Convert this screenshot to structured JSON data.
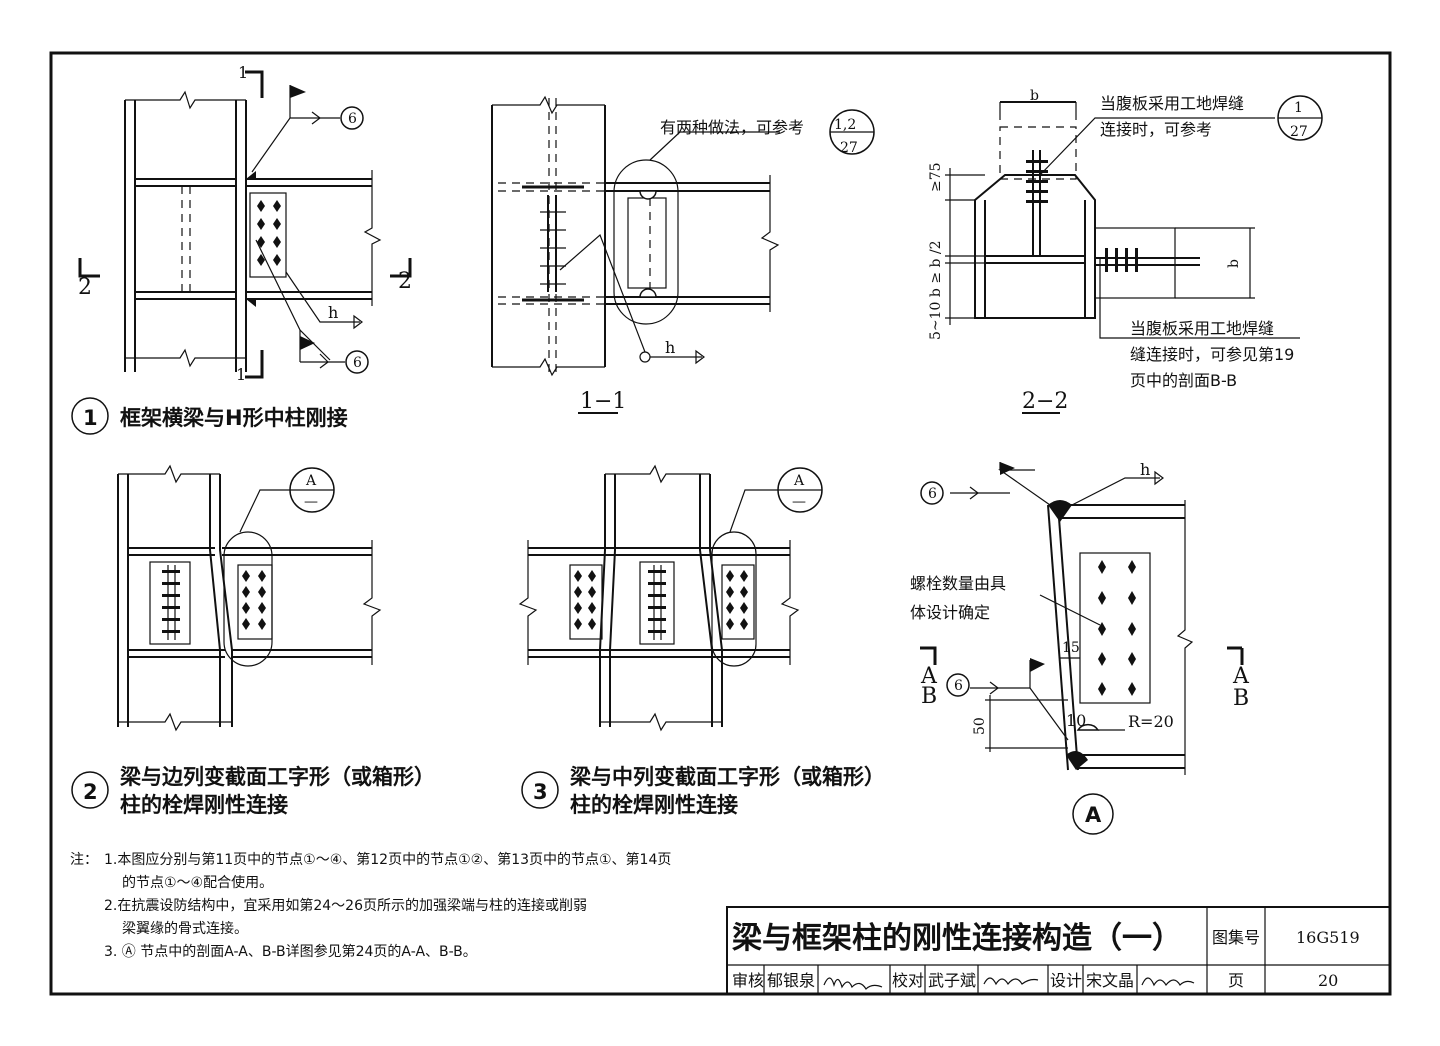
{
  "drawing": {
    "detail1": {
      "number": "1",
      "caption": "框架横梁与H形中柱刚接",
      "section_marks": [
        "1",
        "1",
        "2",
        "2"
      ],
      "weld_ref": "6",
      "hf": "h"
    },
    "section_1_1": {
      "title": "1−1",
      "note": "有两种做法，可参考",
      "ref_top": "1,2",
      "ref_bottom": "27",
      "hf": "h"
    },
    "section_2_2": {
      "title": "2−2",
      "note_top_line1": "当腹板采用工地焊缝",
      "note_top_line2": "连接时，可参考",
      "ref_top": "1",
      "ref_bottom": "27",
      "note_bottom_line1": "当腹板采用工地焊缝",
      "note_bottom_line2": "缝连接时，可参见第19",
      "note_bottom_line3": "页中的剖面B-B",
      "dim_bf_top": "b",
      "dim_75": "≥75",
      "dim_bf2": "5~10 b ≥ b /2",
      "dim_bf_right": "b"
    },
    "detail2": {
      "number": "2",
      "caption_line1": "梁与边列变截面工字形（或箱形）",
      "caption_line2": "柱的栓焊刚性连接",
      "ref_top": "A",
      "ref_bottom": "—"
    },
    "detail3": {
      "number": "3",
      "caption_line1": "梁与中列变截面工字形（或箱形）",
      "caption_line2": "柱的栓焊刚性连接",
      "ref_top": "A",
      "ref_bottom": "—"
    },
    "detailA": {
      "number": "A",
      "bolt_note_line1": "螺栓数量由具",
      "bolt_note_line2": "体设计确定",
      "weld_ref": "6",
      "hf": "h",
      "dim_15": "15",
      "dim_10": "10",
      "dim_50": "50",
      "radius": "R=20",
      "mark_a": "A",
      "mark_b": "B"
    }
  },
  "notes": {
    "label": "注：",
    "n1_line1": "1.本图应分别与第11页中的节点①～④、第12页中的节点①②、第13页中的节点①、第14页",
    "n1_line2": "的节点①～④配合使用。",
    "n2_line1": "2.在抗震设防结构中，宜采用如第24～26页所示的加强梁端与柱的连接或削弱",
    "n2_line2": "梁翼缘的骨式连接。",
    "n3": "3. Ⓐ 节点中的剖面A-A、B-B详图参见第24页的A-A、B-B。"
  },
  "title_block": {
    "title": "梁与框架柱的刚性连接构造（一）",
    "atlas_label": "图集号",
    "atlas_no": "16G519",
    "review_label": "审核",
    "reviewer": "郁银泉",
    "check_label": "校对",
    "checker": "武子斌",
    "design_label": "设计",
    "designer": "宋文晶",
    "page_label": "页",
    "page_no": "20"
  }
}
